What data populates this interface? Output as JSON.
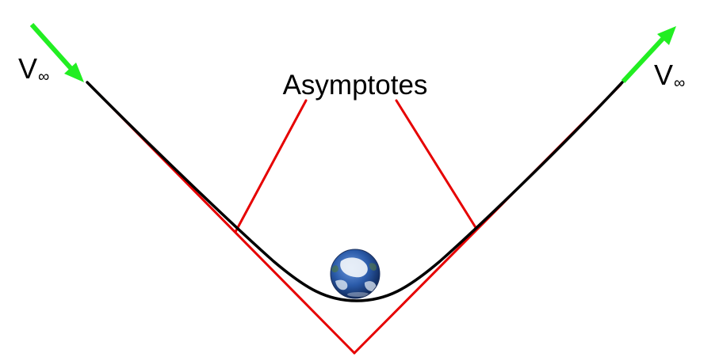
{
  "diagram": {
    "callout_label": "Asymptotes",
    "incoming_velocity": {
      "symbol": "V",
      "subscript": "∞"
    },
    "outgoing_velocity": {
      "symbol": "V",
      "subscript": "∞"
    },
    "planet": {
      "icon": "earth-globe-icon"
    },
    "colors": {
      "trajectory": "#000000",
      "asymptote": "#e60000",
      "velocity_arrow": "#22ee22",
      "planet_ocean": "#2a5aa8",
      "planet_cloud": "#f4f7fb",
      "background": "#ffffff"
    }
  }
}
